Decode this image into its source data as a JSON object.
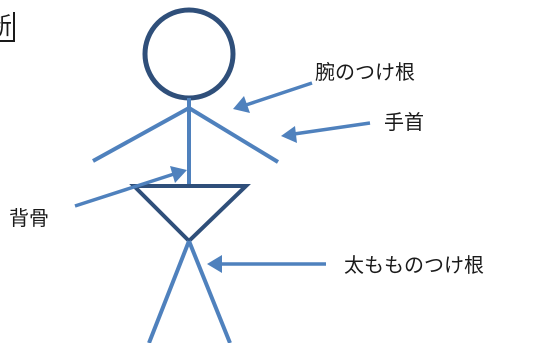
{
  "corner_label": "新",
  "labels": {
    "shoulder": "腕のつけ根",
    "wrist": "手首",
    "spine": "背骨",
    "hip": "太もものつけ根"
  },
  "colors": {
    "limb": "#4f81bd",
    "outline": "#2f4f7a",
    "text": "#1a1a1a"
  }
}
